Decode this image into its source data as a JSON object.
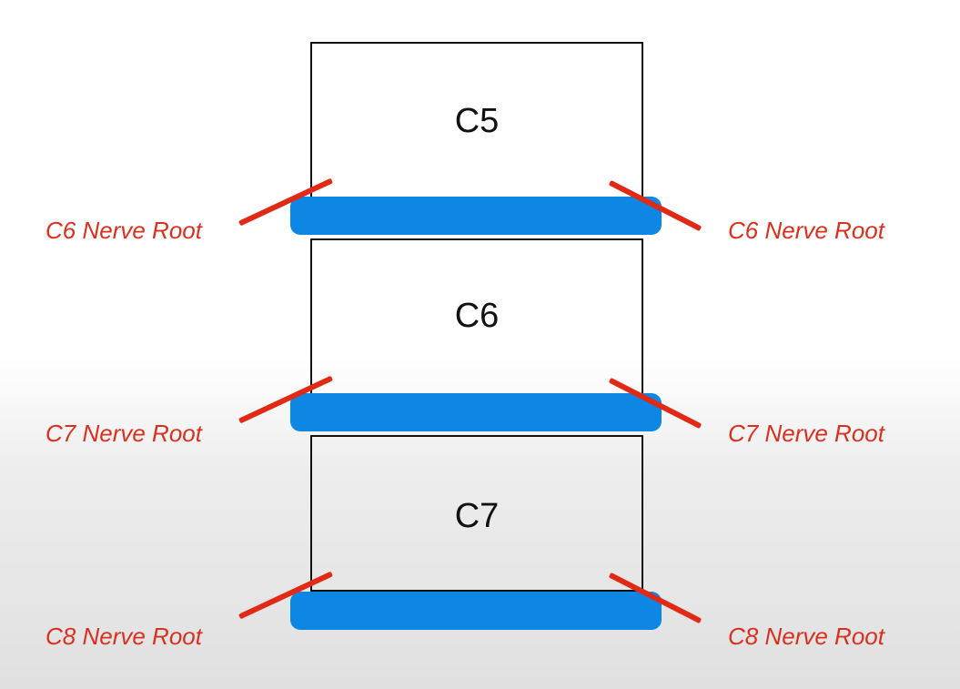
{
  "colors": {
    "disc": "#0e86e3",
    "nerve": "#e02a16",
    "nerve_label": "#d8301e"
  },
  "vertebrae": [
    {
      "label": "C5"
    },
    {
      "label": "C6"
    },
    {
      "label": "C7"
    }
  ],
  "nerve_roots": [
    {
      "left_label": "C6 Nerve Root",
      "right_label": "C6 Nerve Root"
    },
    {
      "left_label": "C7 Nerve Root",
      "right_label": "C7 Nerve Root"
    },
    {
      "left_label": "C8 Nerve Root",
      "right_label": "C8 Nerve Root"
    }
  ]
}
